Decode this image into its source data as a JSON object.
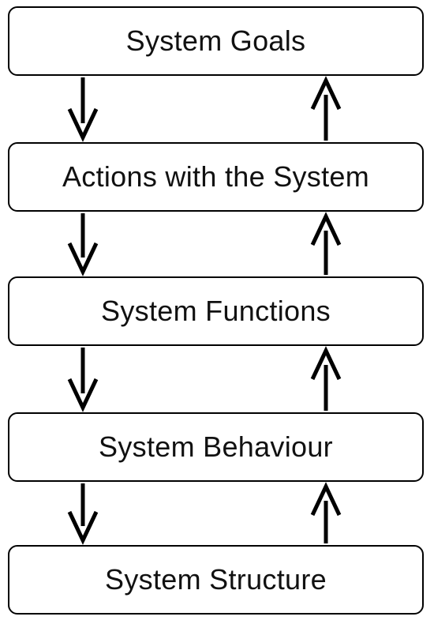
{
  "levels": [
    {
      "label": "System Goals"
    },
    {
      "label": "Actions with the System"
    },
    {
      "label": "System Functions"
    },
    {
      "label": "System Behaviour"
    },
    {
      "label": "System Structure"
    }
  ],
  "colors": {
    "stroke": "#000000",
    "text": "#111111",
    "background": "#ffffff"
  }
}
